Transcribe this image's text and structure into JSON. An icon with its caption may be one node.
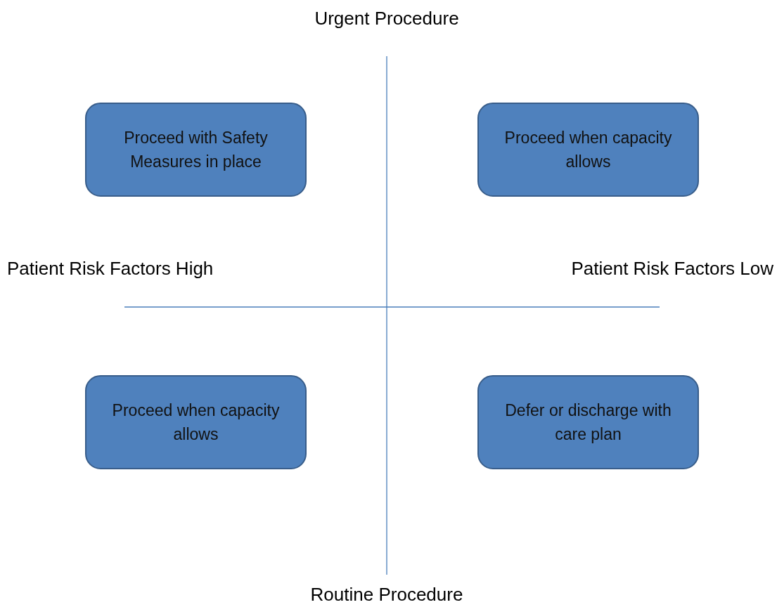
{
  "diagram": {
    "nodes": [
      {
        "text": [
          "Proceed with Safety Measures in place"
        ]
      },
      {
        "text": [
          "Proceed when capacity allows"
        ]
      },
      {
        "text": [
          "Proceed when capacity allows"
        ]
      },
      {
        "text": [
          "Defer or discharge with care plan"
        ]
      }
    ],
    "labels": [
      "Urgent Procedure",
      "Patient Risk Factors High",
      "Patient Risk Factors Low",
      "Routine Procedure"
    ]
  }
}
